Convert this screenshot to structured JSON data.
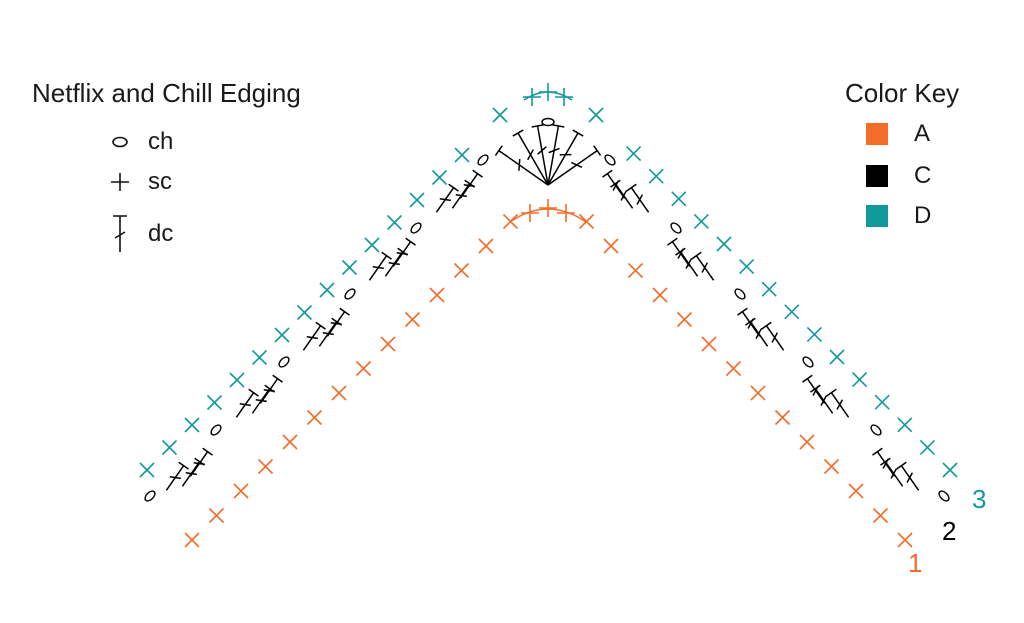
{
  "title": "Netflix and Chill Edging",
  "legend": {
    "ch": {
      "label": "ch",
      "icon": "chain-oval-icon"
    },
    "sc": {
      "label": "sc",
      "icon": "single-crochet-plus-icon"
    },
    "dc": {
      "label": "dc",
      "icon": "double-crochet-icon"
    }
  },
  "color_key": {
    "title": "Color Key",
    "items": [
      {
        "label": "A",
        "color": "#f26c2a"
      },
      {
        "label": "C",
        "color": "#000000"
      },
      {
        "label": "D",
        "color": "#11999e"
      }
    ]
  },
  "rows": [
    {
      "label": "1",
      "color": "#f26c2a"
    },
    {
      "label": "2",
      "color": "#000000"
    },
    {
      "label": "3",
      "color": "#11999e"
    }
  ]
}
